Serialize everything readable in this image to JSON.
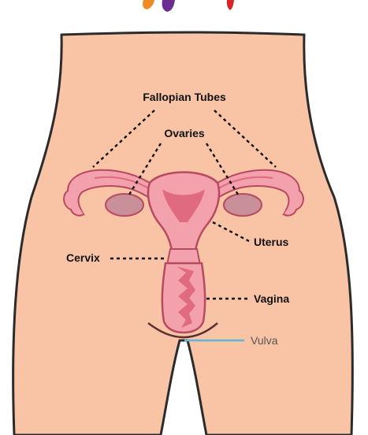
{
  "labels": {
    "fallopian_tubes": "Fallopian Tubes",
    "ovaries": "Ovaries",
    "uterus": "Uterus",
    "cervix": "Cervix",
    "vagina": "Vagina",
    "vulva": "Vulva"
  },
  "colors": {
    "skin": "#f9c4a6",
    "skin_outline": "#2b2b2b",
    "organ_fill": "#f2a1ad",
    "organ_dark": "#e06a80",
    "organ_outline": "#b84a60",
    "ovary": "#c9909a",
    "leader_line": "#111111",
    "vulva_line": "#5bb8d6",
    "vulva_text": "#555555",
    "logo_orange": "#f08a24",
    "logo_purple": "#6a2c91",
    "logo_red": "#d8232a"
  }
}
